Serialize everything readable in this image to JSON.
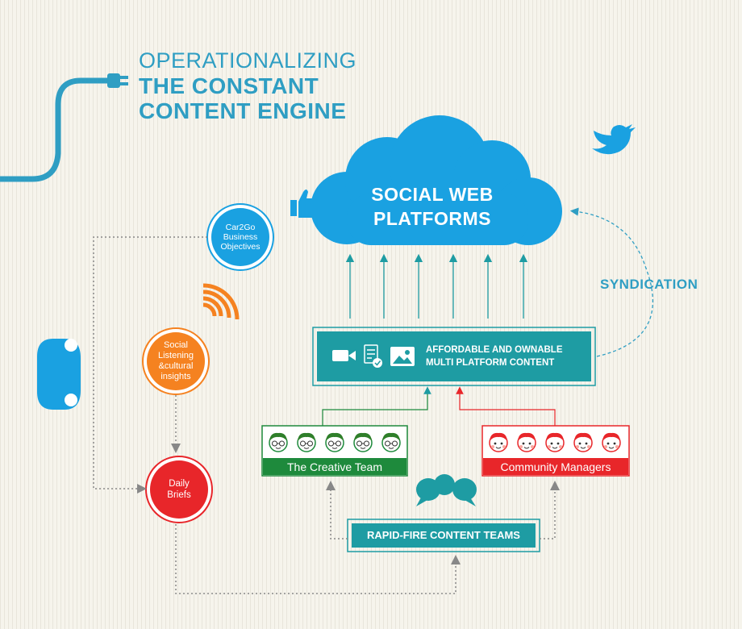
{
  "title": {
    "line1": "OPERATIONALIZING",
    "line2": "THE CONSTANT",
    "line3": "CONTENT ENGINE"
  },
  "cloud": {
    "label": "SOCIAL WEB\nPLATFORMS",
    "color": "#1aa1e1"
  },
  "syndication": "SYNDICATION",
  "content_box": {
    "label": "AFFORDABLE AND OWNABLE\nMULTI PLATFORM CONTENT",
    "color": "#1e9ca3"
  },
  "circles": {
    "business": {
      "label": "Car2Go\nBusiness\nObjectives",
      "color": "#1aa1e1"
    },
    "listening": {
      "label": "Social\nListening\n&cultural\ninsights",
      "color": "#f58220"
    },
    "briefs": {
      "label": "Daily\nBriefs",
      "color": "#e8262a"
    }
  },
  "teams": {
    "creative": {
      "label": "The Creative Team",
      "color": "#1e8a3c"
    },
    "community": {
      "label": "Community Managers",
      "color": "#e8262a"
    }
  },
  "rapid_fire": {
    "label": "RAPID-FIRE CONTENT TEAMS",
    "color": "#1e9ca3"
  },
  "icons": [
    "plug-icon",
    "twitter-bird-icon",
    "thumbs-up-icon",
    "car-icon",
    "wifi-signal-icon",
    "video-camera-icon",
    "checklist-icon",
    "image-icon",
    "speech-bubbles-icon"
  ]
}
